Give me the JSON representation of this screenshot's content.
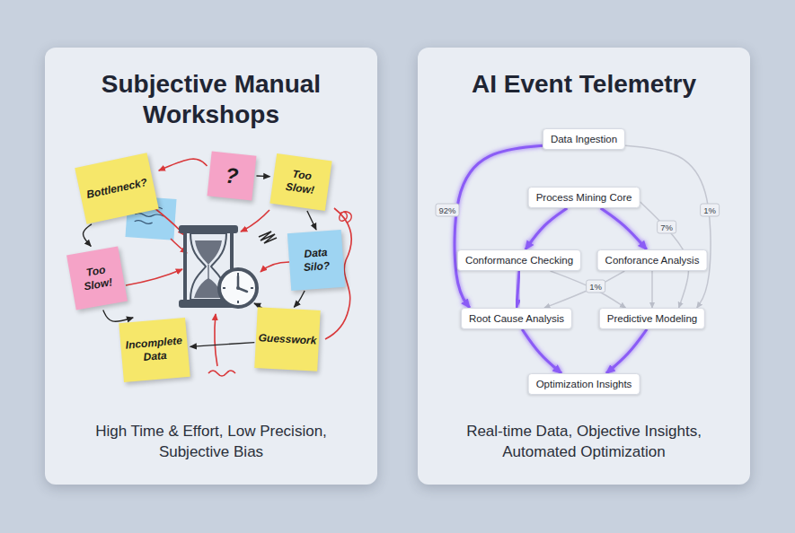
{
  "diagram": {
    "nodes": [
      {
        "text": [
          "Subjective Manual Workshops",
          "High Time & Effort, Low Precision, Subjective Bias"
        ]
      },
      {
        "text": [
          "Bottleneck?"
        ],
        "in": 0
      },
      {
        "text": [
          "?"
        ],
        "in": 0
      },
      {
        "text": [
          "Too Slow!"
        ],
        "in": 0
      },
      {
        "text": [
          "Too Slow!"
        ],
        "in": 0
      },
      {
        "text": [
          "Data Silo?"
        ],
        "in": 0
      },
      {
        "text": [
          "Incomplete Data"
        ],
        "in": 0
      },
      {
        "text": [
          "Guesswork"
        ],
        "in": 0
      },
      {
        "text": [
          "AI Event Telemetry",
          "Real-time Data, Objective Insights, Automated Optimization"
        ]
      },
      {
        "text": [
          "Data Ingestion"
        ],
        "in": 8
      },
      {
        "text": [
          "Process Mining Core"
        ],
        "in": 8
      },
      {
        "text": [
          "Conformance Checking"
        ],
        "in": 8
      },
      {
        "text": [
          "Conforance Analysis"
        ],
        "in": 8
      },
      {
        "text": [
          "Root Cause Analysis"
        ],
        "in": 8
      },
      {
        "text": [
          "Predictive Modeling"
        ],
        "in": 8
      },
      {
        "text": [
          "Optimization Insights"
        ],
        "in": 8
      }
    ],
    "edges": [
      {
        "from": 2,
        "to": 1,
        "arrow": "to"
      },
      {
        "from": 1,
        "to": 4,
        "arrow": "to"
      },
      {
        "from": 2,
        "to": 3,
        "arrow": "to"
      },
      {
        "from": 3,
        "to": 5,
        "arrow": "to"
      },
      {
        "from": 5,
        "to": 7,
        "arrow": "to"
      },
      {
        "from": 7,
        "to": 6,
        "arrow": "to"
      },
      {
        "from": 4,
        "to": 6,
        "arrow": "to"
      },
      {
        "from": 9,
        "to": 10,
        "arrow": "to"
      },
      {
        "from": 9,
        "to": 13,
        "label": "92%",
        "arrow": "to"
      },
      {
        "from": 9,
        "to": 14,
        "label": "1%",
        "arrow": "to"
      },
      {
        "from": 10,
        "to": 11,
        "arrow": "to"
      },
      {
        "from": 10,
        "to": 12,
        "arrow": "to"
      },
      {
        "from": 10,
        "to": 14,
        "label": "7%",
        "arrow": "to"
      },
      {
        "from": 11,
        "to": 13,
        "arrow": "to"
      },
      {
        "from": 11,
        "to": 14,
        "label": "1%",
        "arrow": "to"
      },
      {
        "from": 12,
        "to": 13,
        "arrow": "to"
      },
      {
        "from": 12,
        "to": 14,
        "arrow": "to"
      },
      {
        "from": 13,
        "to": 15,
        "arrow": "to"
      },
      {
        "from": 14,
        "to": 15,
        "arrow": "to"
      }
    ]
  }
}
